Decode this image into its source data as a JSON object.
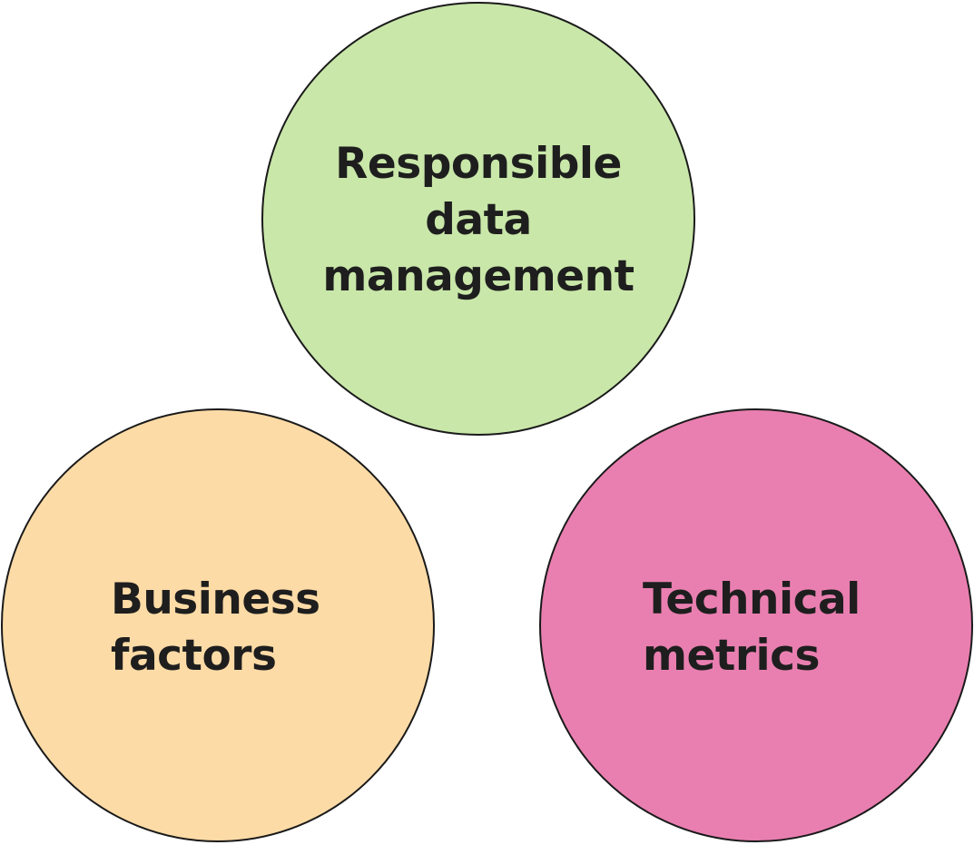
{
  "circles": [
    {
      "id": "responsible-data-management",
      "lines": [
        "Responsible",
        "data",
        "management"
      ],
      "fill": "#c9e7a9"
    },
    {
      "id": "business-factors",
      "lines": [
        "Business",
        "factors"
      ],
      "fill": "#fddba6"
    },
    {
      "id": "technical-metrics",
      "lines": [
        "Technical",
        "metrics"
      ],
      "fill": "#e97fb0"
    }
  ],
  "colors": {
    "outline": "#1a1a1a",
    "text": "#1e1e1e",
    "background": "#ffffff"
  }
}
